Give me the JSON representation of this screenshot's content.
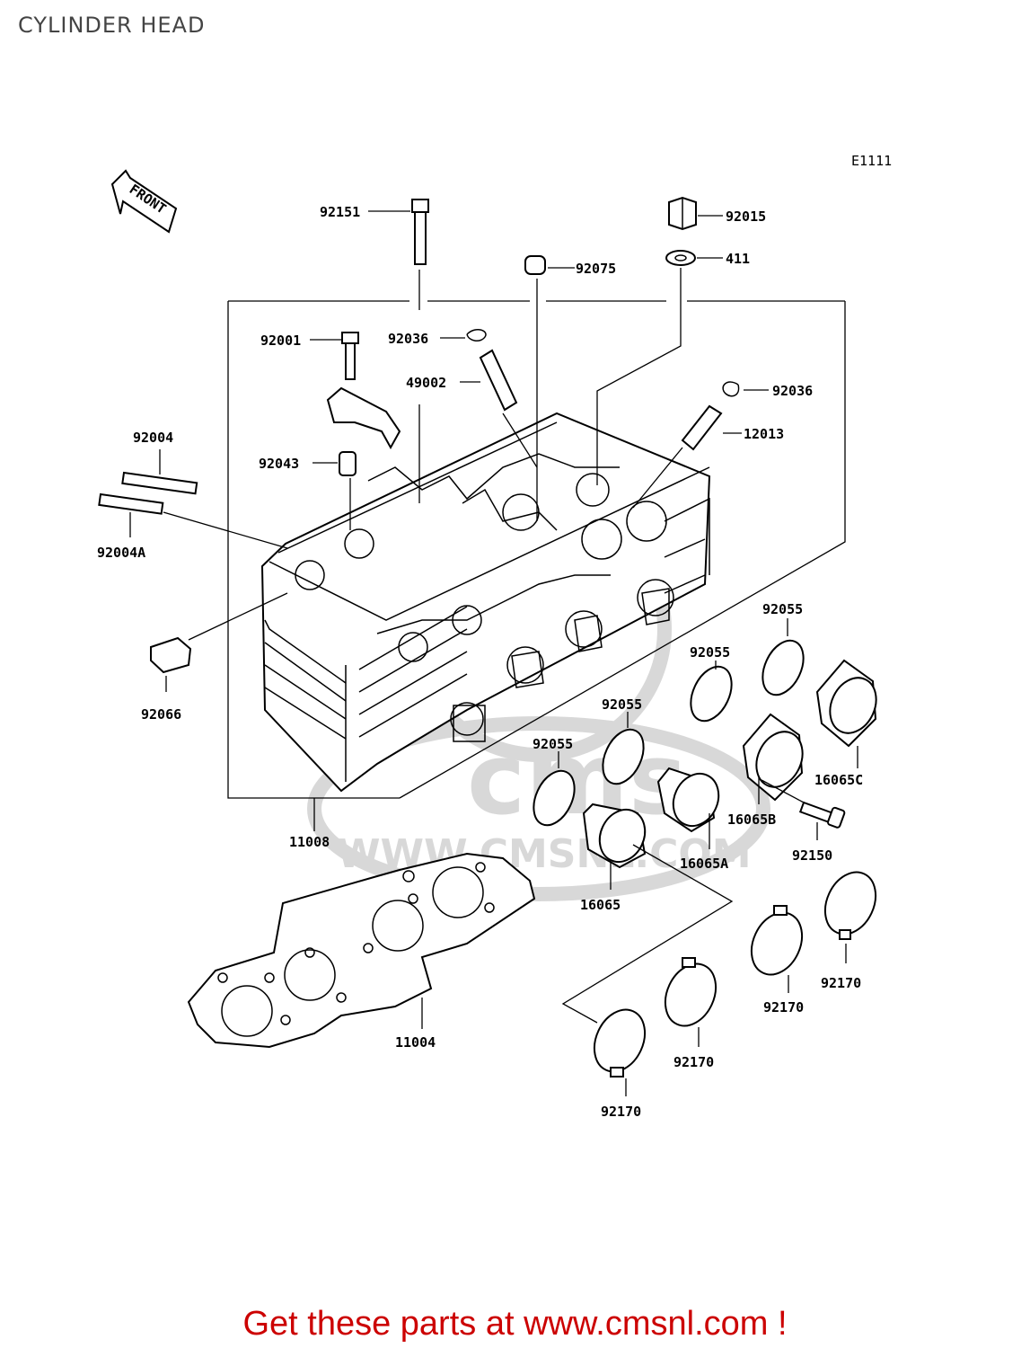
{
  "page": {
    "title": "CYLINDER HEAD",
    "footer_text": "Get these parts at www.cmsnl.com !",
    "footer_color": "#cc0000"
  },
  "diagram": {
    "code": "E1111",
    "front_label": "FRONT",
    "watermark": {
      "logo_text": "cms",
      "url_text": "WWW.CMSNL.COM",
      "color": "#d8d8d8"
    },
    "labels": {
      "p92151": "92151",
      "p92015": "92015",
      "p92075": "92075",
      "p411": "411",
      "p92001": "92001",
      "p92036a": "92036",
      "p92036b": "92036",
      "p49002": "49002",
      "p12013": "12013",
      "p92004": "92004",
      "p92004A": "92004A",
      "p92043": "92043",
      "p92066": "92066",
      "p92055a": "92055",
      "p92055b": "92055",
      "p92055c": "92055",
      "p92055d": "92055",
      "p16065C": "16065C",
      "p16065B": "16065B",
      "p16065A": "16065A",
      "p16065": "16065",
      "p92150": "92150",
      "p11008": "11008",
      "p11004": "11004",
      "p92170a": "92170",
      "p92170b": "92170",
      "p92170c": "92170",
      "p92170d": "92170"
    }
  }
}
